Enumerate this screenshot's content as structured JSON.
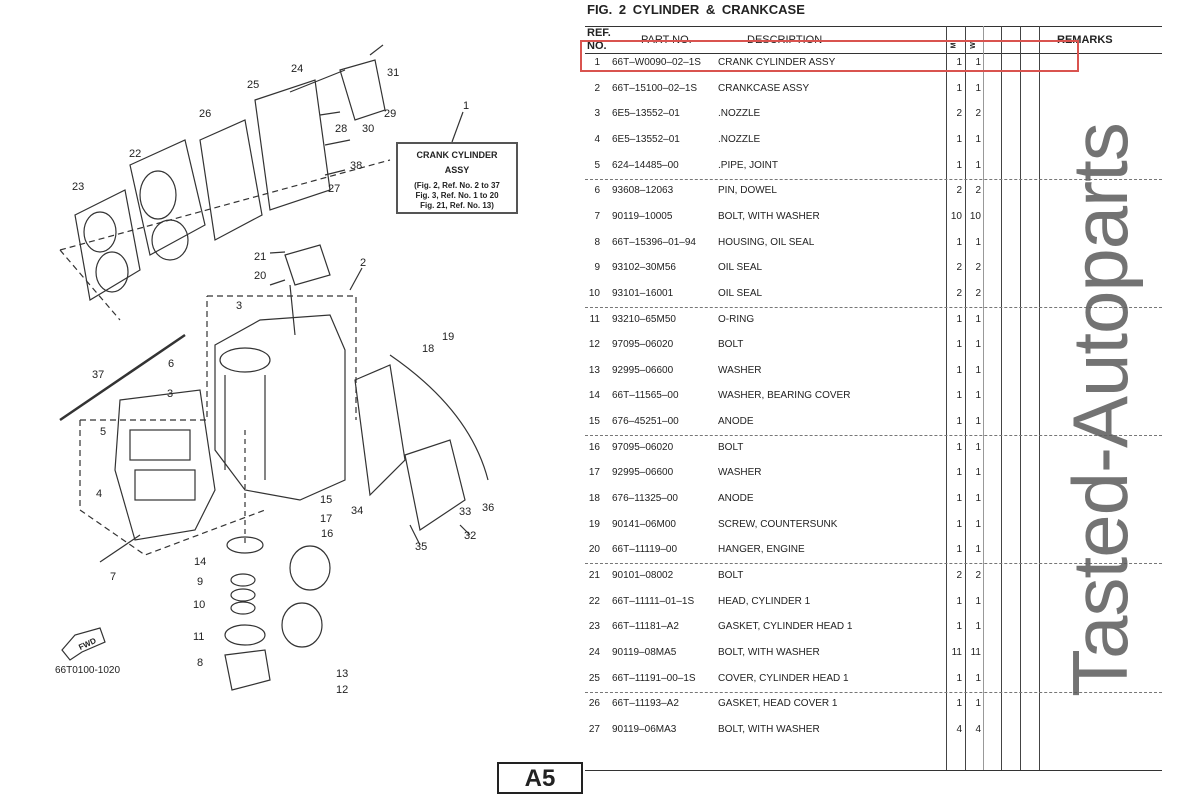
{
  "figure": {
    "label": "FIG.",
    "number": "2",
    "title": "CYLINDER & CRANKCASE"
  },
  "table": {
    "headers": {
      "ref": "REF.",
      "no": "NO.",
      "part_no": "PART NO.",
      "description": "DESCRIPTION",
      "col_m": "M",
      "col_w": "W",
      "remarks": "REMARKS"
    },
    "rows": [
      {
        "ref": "1",
        "part_no": "66T–W0090–02–1S",
        "description": "CRANK CYLINDER ASSY",
        "m": "1",
        "w": "1"
      },
      {
        "ref": "2",
        "part_no": "66T–15100–02–1S",
        "description": "CRANKCASE ASSY",
        "m": "1",
        "w": "1"
      },
      {
        "ref": "3",
        "part_no": "6E5–13552–01",
        "description": ".NOZZLE",
        "m": "2",
        "w": "2"
      },
      {
        "ref": "4",
        "part_no": "6E5–13552–01",
        "description": ".NOZZLE",
        "m": "1",
        "w": "1"
      },
      {
        "ref": "5",
        "part_no": "624–14485–00",
        "description": ".PIPE, JOINT",
        "m": "1",
        "w": "1"
      },
      {
        "ref": "6",
        "part_no": "93608–12063",
        "description": "PIN, DOWEL",
        "m": "2",
        "w": "2"
      },
      {
        "ref": "7",
        "part_no": "90119–10005",
        "description": "BOLT, WITH WASHER",
        "m": "10",
        "w": "10"
      },
      {
        "ref": "8",
        "part_no": "66T–15396–01–94",
        "description": "HOUSING, OIL SEAL",
        "m": "1",
        "w": "1"
      },
      {
        "ref": "9",
        "part_no": "93102–30M56",
        "description": "OIL SEAL",
        "m": "2",
        "w": "2"
      },
      {
        "ref": "10",
        "part_no": "93101–16001",
        "description": "OIL SEAL",
        "m": "2",
        "w": "2"
      },
      {
        "ref": "11",
        "part_no": "93210–65M50",
        "description": "O-RING",
        "m": "1",
        "w": "1"
      },
      {
        "ref": "12",
        "part_no": "97095–06020",
        "description": "BOLT",
        "m": "1",
        "w": "1"
      },
      {
        "ref": "13",
        "part_no": "92995–06600",
        "description": "WASHER",
        "m": "1",
        "w": "1"
      },
      {
        "ref": "14",
        "part_no": "66T–11565–00",
        "description": "WASHER, BEARING COVER",
        "m": "1",
        "w": "1"
      },
      {
        "ref": "15",
        "part_no": "676–45251–00",
        "description": "ANODE",
        "m": "1",
        "w": "1"
      },
      {
        "ref": "16",
        "part_no": "97095–06020",
        "description": "BOLT",
        "m": "1",
        "w": "1"
      },
      {
        "ref": "17",
        "part_no": "92995–06600",
        "description": "WASHER",
        "m": "1",
        "w": "1"
      },
      {
        "ref": "18",
        "part_no": "676–11325–00",
        "description": "ANODE",
        "m": "1",
        "w": "1"
      },
      {
        "ref": "19",
        "part_no": "90141–06M00",
        "description": "SCREW, COUNTERSUNK",
        "m": "1",
        "w": "1"
      },
      {
        "ref": "20",
        "part_no": "66T–11119–00",
        "description": "HANGER, ENGINE",
        "m": "1",
        "w": "1"
      },
      {
        "ref": "21",
        "part_no": "90101–08002",
        "description": "BOLT",
        "m": "2",
        "w": "2"
      },
      {
        "ref": "22",
        "part_no": "66T–11111–01–1S",
        "description": "HEAD, CYLINDER 1",
        "m": "1",
        "w": "1"
      },
      {
        "ref": "23",
        "part_no": "66T–11181–A2",
        "description": "GASKET, CYLINDER HEAD 1",
        "m": "1",
        "w": "1"
      },
      {
        "ref": "24",
        "part_no": "90119–08MA5",
        "description": "BOLT, WITH WASHER",
        "m": "11",
        "w": "11"
      },
      {
        "ref": "25",
        "part_no": "66T–11191–00–1S",
        "description": "COVER, CYLINDER HEAD 1",
        "m": "1",
        "w": "1"
      },
      {
        "ref": "26",
        "part_no": "66T–11193–A2",
        "description": "GASKET, HEAD COVER 1",
        "m": "1",
        "w": "1"
      },
      {
        "ref": "27",
        "part_no": "90119–06MA3",
        "description": "BOLT, WITH WASHER",
        "m": "4",
        "w": "4"
      }
    ]
  },
  "diagram": {
    "assy_label": {
      "line1": "CRANK CYLINDER",
      "line2": "ASSY",
      "line3": "(Fig. 2, Ref. No. 2 to 37",
      "line4": "Fig. 3, Ref. No. 1 to 20",
      "line5": "Fig. 21, Ref. No. 13)"
    },
    "drawing_code": "66T0100-1020",
    "fwd_label": "FWD",
    "callouts": [
      "1",
      "2",
      "3",
      "3",
      "4",
      "5",
      "6",
      "7",
      "8",
      "9",
      "10",
      "11",
      "12",
      "13",
      "14",
      "15",
      "16",
      "17",
      "18",
      "19",
      "20",
      "21",
      "22",
      "23",
      "24",
      "25",
      "26",
      "27",
      "28",
      "29",
      "30",
      "31",
      "32",
      "33",
      "34",
      "35",
      "36",
      "37",
      "38"
    ]
  },
  "watermark": "Tasted-Autoparts",
  "page_label": "A5",
  "colors": {
    "highlight": "#d9534f"
  }
}
